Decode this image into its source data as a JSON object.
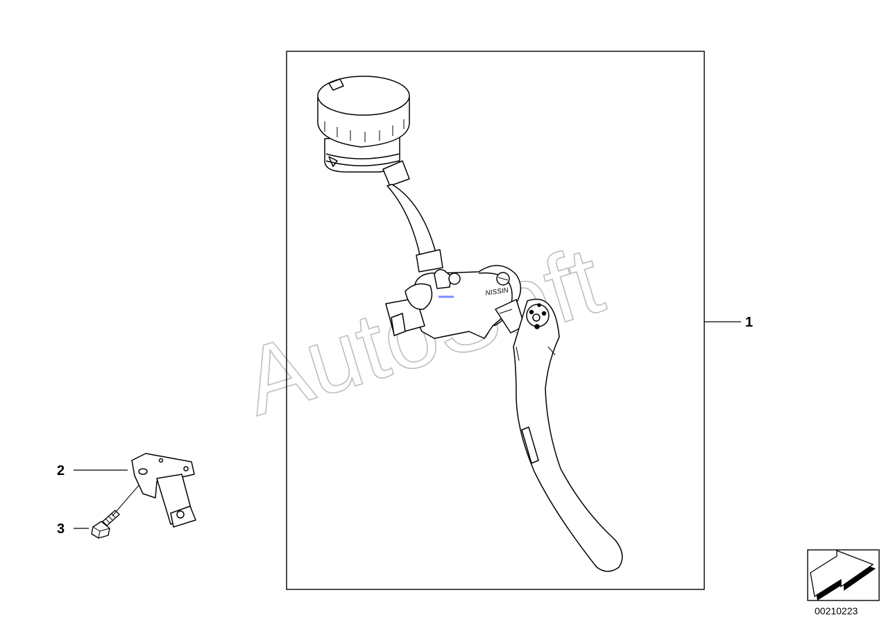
{
  "callouts": [
    {
      "number": "1",
      "part": "clutch master cylinder assembly"
    },
    {
      "number": "2",
      "part": "bracket"
    },
    {
      "number": "3",
      "part": "screw"
    }
  ],
  "watermark": "AutoSoft",
  "lever_brand": "NISSIN",
  "diagram_number": "00210223",
  "icons": {
    "view_arrow": "direction-arrow-icon"
  },
  "colors": {
    "line": "#000000",
    "watermark": "#bdbdbd",
    "accent_mark": "#7a8cff",
    "background": "#ffffff"
  }
}
